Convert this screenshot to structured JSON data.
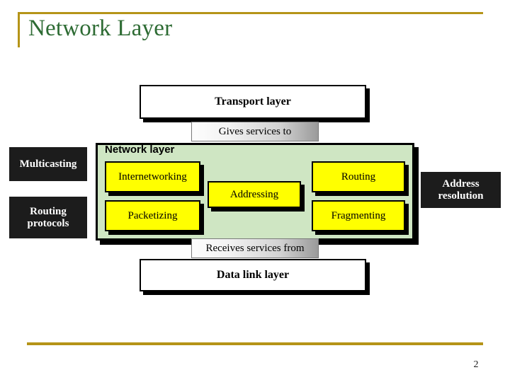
{
  "slide": {
    "title": "Network Layer",
    "page_number": "2",
    "accent_gold": "#b59418",
    "title_color": "#2d6b33"
  },
  "figure": {
    "panel_label": "Network layer",
    "panel_color": "#cfe6c3",
    "box_color": "#ffff00",
    "upper_layer": {
      "label": "Transport layer"
    },
    "lower_layer": {
      "label": "Data link layer"
    },
    "connector_top": {
      "label": "Gives services to"
    },
    "connector_bottom": {
      "label": "Receives services from"
    },
    "functions": [
      {
        "label": "Internetworking"
      },
      {
        "label": "Packetizing"
      },
      {
        "label": "Addressing"
      },
      {
        "label": "Routing"
      },
      {
        "label": "Fragmenting"
      }
    ],
    "side_labels_left": [
      {
        "line1": "Multicasting",
        "line2": ""
      },
      {
        "line1": "Routing",
        "line2": "protocols"
      }
    ],
    "side_labels_right": [
      {
        "line1": "Address",
        "line2": "resolution"
      }
    ]
  }
}
